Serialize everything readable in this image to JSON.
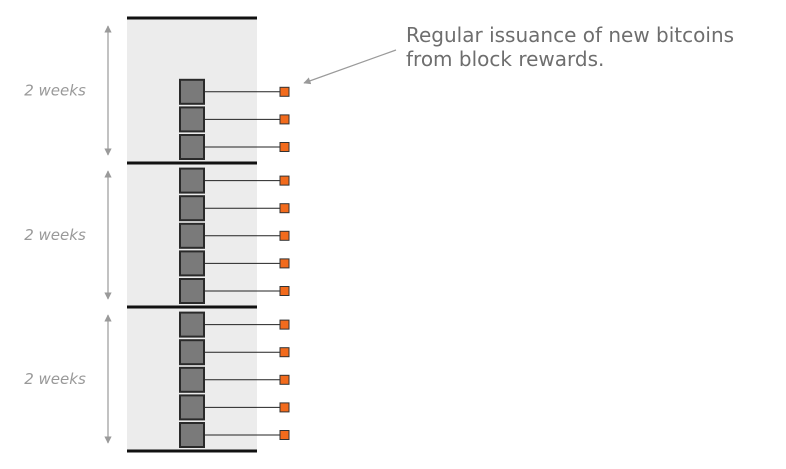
{
  "annotation": {
    "lines": [
      "Regular issuance of new bitcoins",
      "from block rewards."
    ]
  },
  "periods": [
    {
      "label": "2 weeks",
      "blocks": 3
    },
    {
      "label": "2 weeks",
      "blocks": 5
    },
    {
      "label": "2 weeks",
      "blocks": 5
    }
  ],
  "colors": {
    "panel": "#ececec",
    "block_fill": "#7a7a7a",
    "block_stroke": "#2a2a2a",
    "reward": "#f26b1d",
    "arrow": "#9a9a9a",
    "divider": "#111111"
  }
}
